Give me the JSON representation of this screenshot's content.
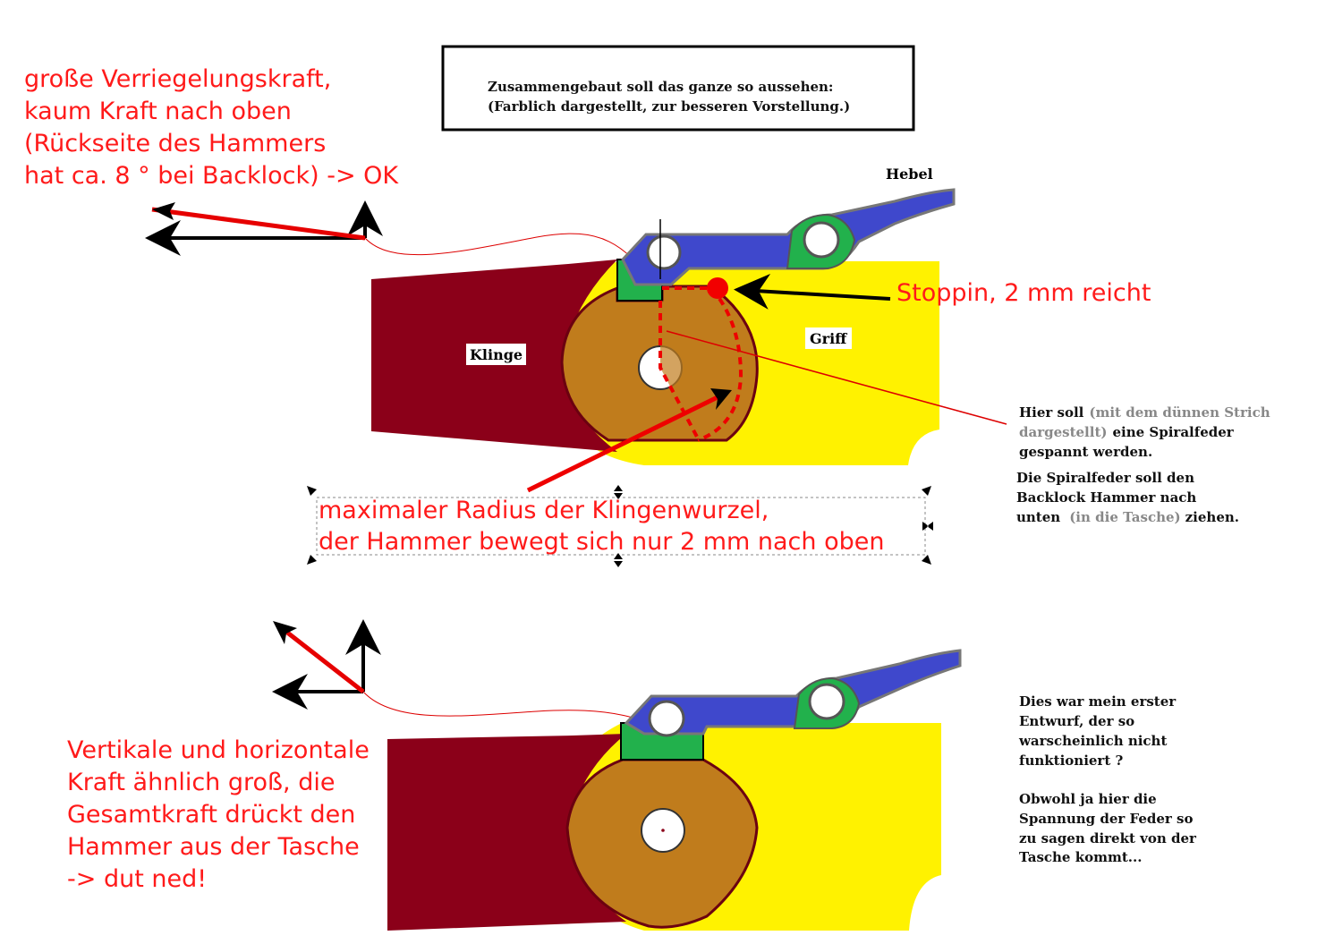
{
  "title_box": {
    "line1": "Zusammengebaut soll das ganze so aussehen:",
    "line2": "(Farblich dargestellt, zur besseren Vorstellung.)"
  },
  "note_top_left": [
    "große Verriegelungskraft,",
    "kaum Kraft nach oben",
    "(Rückseite des Hammers",
    "hat ca. 8 ° bei Backlock) -> OK"
  ],
  "labels": {
    "hebel": "Hebel",
    "klinge": "Klinge",
    "griff": "Griff"
  },
  "stoppin_note": "Stoppin, 2 mm reicht",
  "spring_note": {
    "l1a": "Hier soll",
    "l1b": "(mit dem dünnen Strich",
    "l2a": "dargestellt)",
    "l2b": "eine Spiralfeder",
    "l3": "gespannt werden.",
    "l4": "Die Spiralfeder soll den",
    "l5": "Backlock Hammer nach",
    "l6a": "unten",
    "l6b": "(in die Tasche)",
    "l6c": "ziehen."
  },
  "radius_note": [
    "maximaler Radius der Klingenwurzel,",
    "der Hammer bewegt sich nur 2 mm nach oben"
  ],
  "note_bottom_left": [
    "Vertikale und horizontale",
    "Kraft ähnlich groß, die",
    "Gesamtkraft drückt den",
    "Hammer aus der Tasche",
    "-> dut ned!"
  ],
  "note_bottom_right": [
    "Dies war mein erster",
    "Entwurf, der so",
    "warscheinlich nicht",
    "funktioniert ?",
    "",
    "Obwohl ja hier die",
    "Spannung der Feder so",
    "zu sagen  direkt von der",
    "Tasche kommt..."
  ],
  "colors": {
    "blade": "#8b0019",
    "handle": "#fff200",
    "hammer": "#c07c1c",
    "lever": "#3f48cc",
    "pocket": "#22b14c",
    "annotation_red": "#ff1a1a"
  }
}
